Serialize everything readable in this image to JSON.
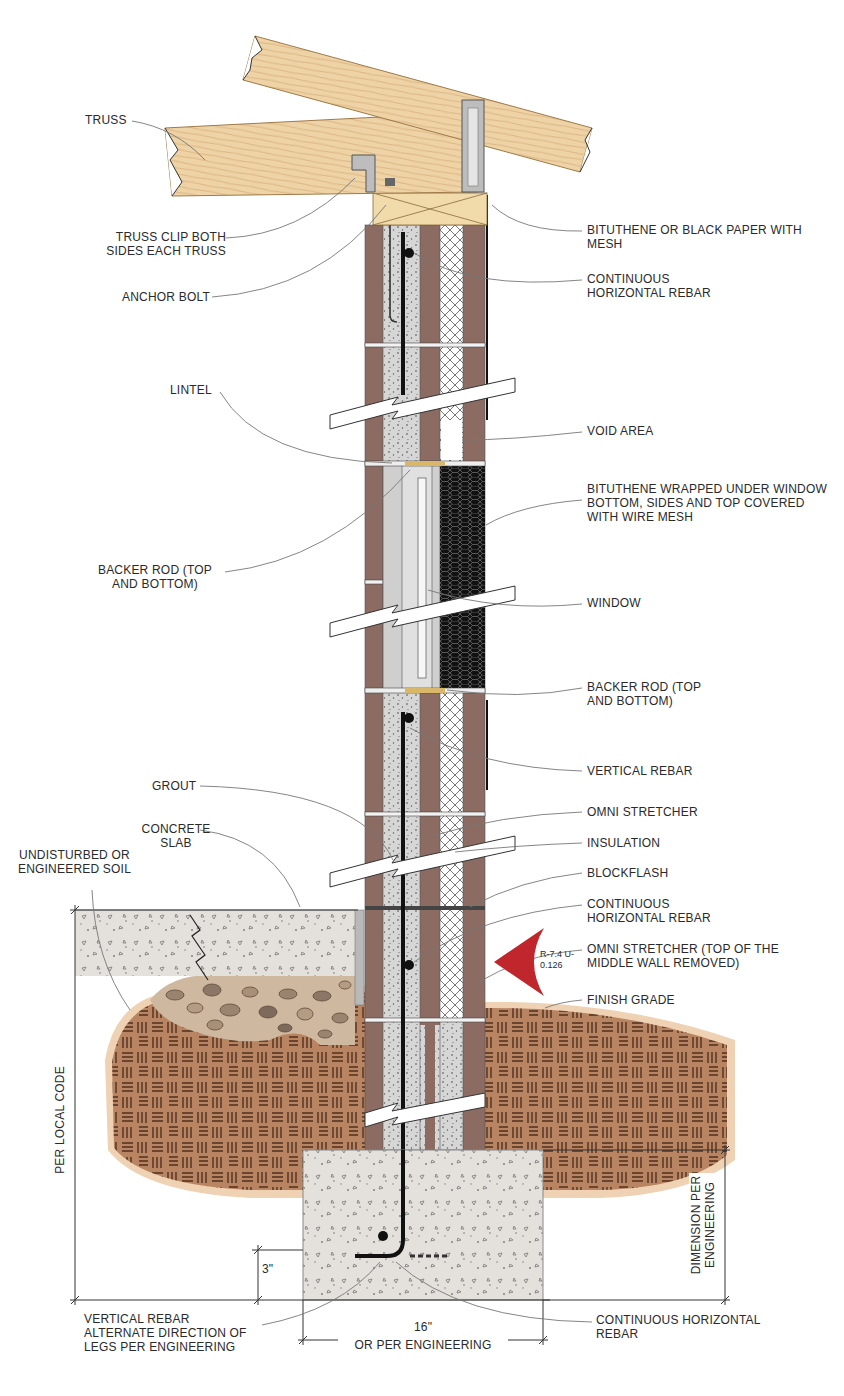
{
  "diagram": {
    "nodes": [
      {
        "text": [
          "R-7.4 U-0.126"
        ]
      }
    ],
    "labels": [
      "TRUSS",
      "TRUSS CLIP BOTH SIDES EACH TRUSS",
      "ANCHOR BOLT",
      "LINTEL",
      "BACKER ROD (TOP AND BOTTOM)",
      "GROUT",
      "CONCRETE SLAB",
      "UNDISTURBED OR ENGINEERED SOIL",
      "PER LOCAL CODE",
      "3\"",
      "VERTICAL REBAR ALTERNATE DIRECTION OF LEGS PER ENGINEERING",
      "16\"",
      "OR PER ENGINEERING",
      "BITUTHENE OR BLACK PAPER WITH MESH",
      "CONTINUOUS HORIZONTAL REBAR",
      "VOID AREA",
      "BITUTHENE WRAPPED UNDER WINDOW BOTTOM, SIDES AND TOP COVERED WITH WIRE MESH",
      "WINDOW",
      "BACKER ROD (TOP AND BOTTOM)",
      "VERTICAL REBAR",
      "OMNI STRETCHER",
      "INSULATION",
      "BLOCKFLASH",
      "CONTINUOUS HORIZONTAL REBAR",
      "OMNI STRETCHER (TOP OF THE MIDDLE WALL REMOVED)",
      "FINISH GRADE",
      "DIMENSION PER ENGINEERING",
      "CONTINUOUS HORIZONTAL REBAR"
    ]
  }
}
